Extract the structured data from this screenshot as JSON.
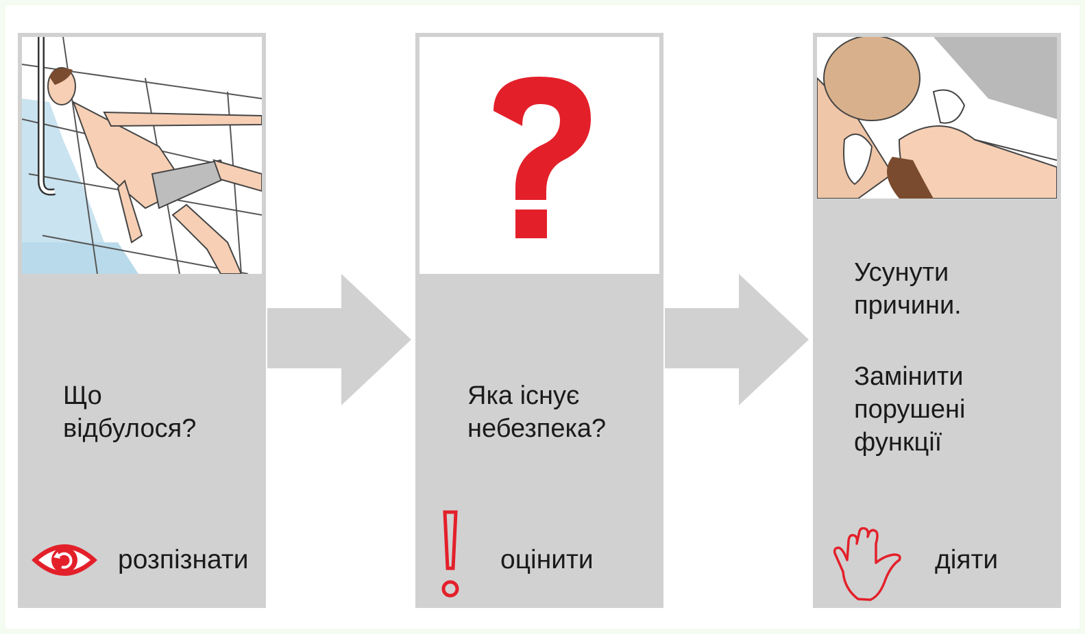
{
  "steps": [
    {
      "question": "Що відбулося?",
      "question_lines": [
        "Що",
        "відбулося?"
      ],
      "action": "розпізнати",
      "action_icon": "eye-icon",
      "illustration": "unconscious-person-by-pool"
    },
    {
      "question": "Яка існує небезпека?",
      "question_lines": [
        "Яка існує",
        "небезпека?"
      ],
      "action": "оцінити",
      "action_icon": "exclamation-icon",
      "illustration": "question-mark"
    },
    {
      "instructions": [
        "Усунути причини.",
        "Замінити порушені функції"
      ],
      "instruction1_lines": [
        "Усунути",
        "причини."
      ],
      "instruction2_lines": [
        "Замінити",
        "порушені",
        "функції"
      ],
      "action": "діяти",
      "action_icon": "hand-icon",
      "illustration": "rescue-breathing"
    }
  ],
  "colors": {
    "accent_red": "#e3202a",
    "panel_gray": "#d1d1d1",
    "arrow_gray": "#d1d1d1",
    "text": "#1a1a1a"
  }
}
